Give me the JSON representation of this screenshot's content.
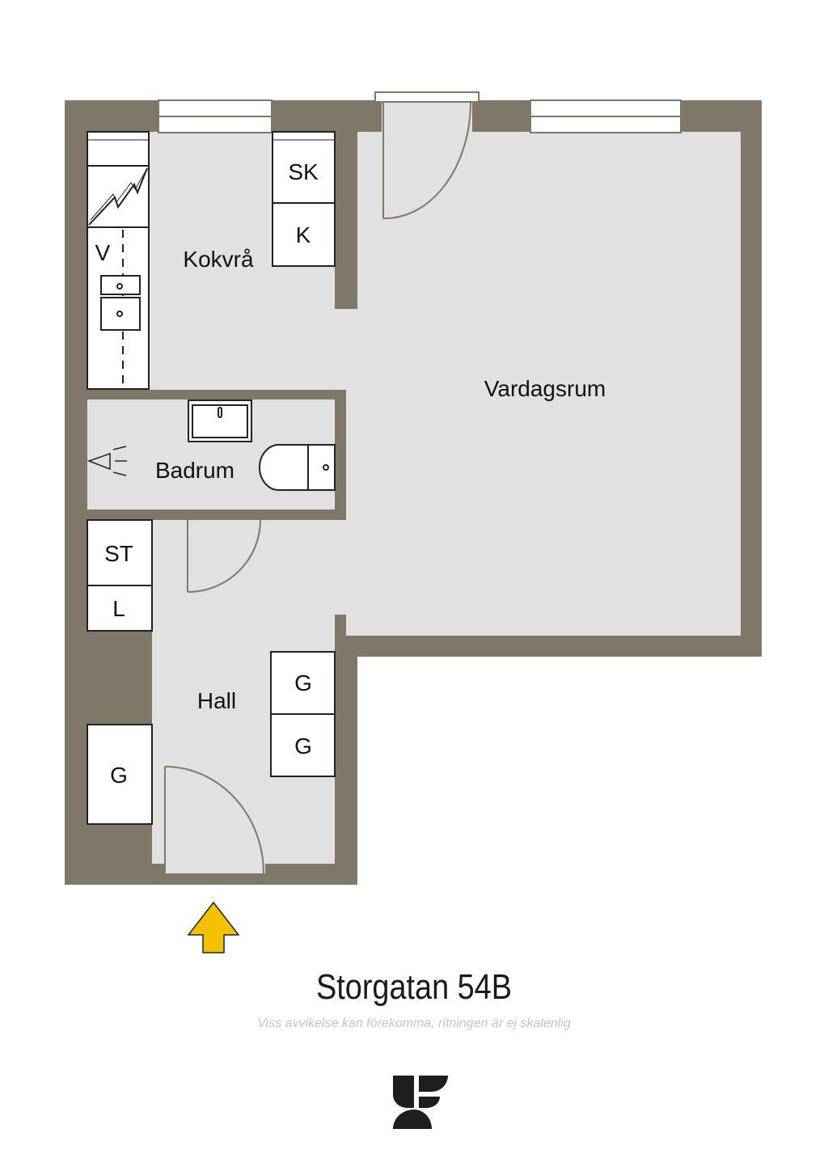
{
  "rooms": {
    "kitchen": "Kokvrå",
    "living": "Vardagsrum",
    "bathroom": "Badrum",
    "hall": "Hall"
  },
  "fixtures": {
    "freezer": "SK",
    "fridge": "K",
    "dishwasher": "V",
    "storage": "ST",
    "linen": "L",
    "wardrobe_1": "G",
    "wardrobe_2": "G",
    "wardrobe_3": "G"
  },
  "footer": {
    "address": "Storgatan 54B",
    "disclaimer": "Viss avvikelse kan förekomma, ritningen är ej skalenlig"
  },
  "colors": {
    "wall": "#7f7869",
    "floor": "#e1e1e1",
    "entrance_arrow": "#f2c200",
    "logo": "#1e1e1e"
  },
  "icons": [
    "stove-icon",
    "sink-icon",
    "shower-icon",
    "toilet-icon",
    "entrance-arrow-icon",
    "company-logo-icon"
  ]
}
